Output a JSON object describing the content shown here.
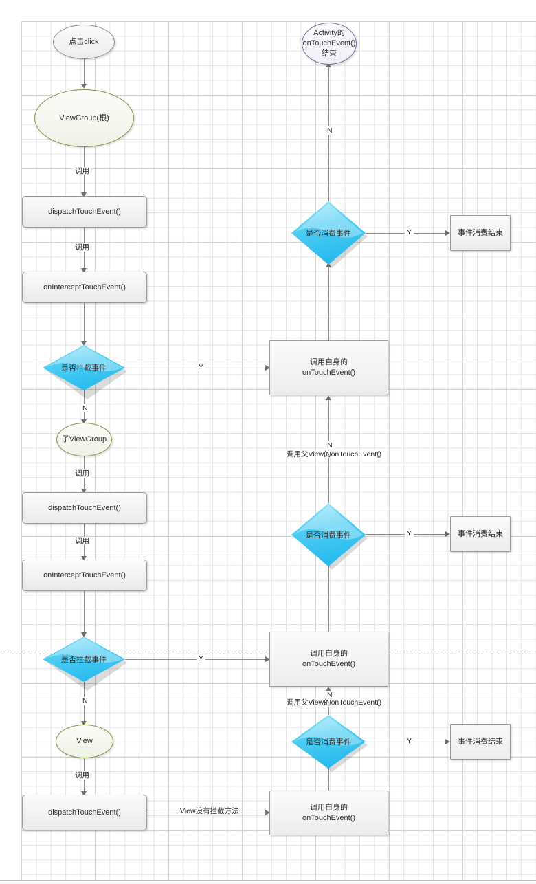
{
  "diagram": {
    "title": "Android Touch Event Dispatch Flowchart",
    "colors": {
      "decision_fill": "#3ec6f0",
      "decision_highlight": "#b8ecfb",
      "terminator_green_border": "#7e9142",
      "terminator_purple_border": "#7a6a9e",
      "terminator_gray_border": "#8d8d8d",
      "process_border": "#9a9a9a",
      "connector": "#8a8a8a",
      "grid_minor": "#e2e2e2",
      "grid_major": "#d2d2d2"
    },
    "nodes": {
      "start_click": "点击click",
      "viewgroup_root": "ViewGroup(根)",
      "dispatch_1": "dispatchTouchEvent()",
      "onintercept_1": "onInterceptTouchEvent()",
      "decision_intercept_1": "是否拦截事件",
      "child_viewgroup": "子ViewGroup",
      "dispatch_2": "dispatchTouchEvent()",
      "onintercept_2": "onInterceptTouchEvent()",
      "decision_intercept_2": "是否拦截事件",
      "view_node": "View",
      "dispatch_3": "dispatchTouchEvent()",
      "self_ontouch_1": "调用自身的\nonTouchEvent()",
      "self_ontouch_2": "调用自身的\nonTouchEvent()",
      "self_ontouch_3": "调用自身的\nonTouchEvent()",
      "decision_consume_1": "是否消费事件",
      "decision_consume_2": "是否消费事件",
      "decision_consume_3": "是否消费事件",
      "consume_end_1": "事件消费结束",
      "consume_end_2": "事件消费结束",
      "consume_end_3": "事件消费结束",
      "activity_end": "Activity的\nonTouchEvent()\n结束"
    },
    "edge_labels": {
      "call_1": "调用",
      "call_2": "调用",
      "call_3": "调用",
      "call_4": "调用",
      "call_5": "调用",
      "yes_intercept_1": "Y",
      "no_intercept_1": "N",
      "yes_intercept_2": "Y",
      "no_intercept_2": "N",
      "yes_consume_1": "Y",
      "yes_consume_2": "Y",
      "yes_consume_3": "Y",
      "no_consume_1": "N",
      "no_consume_2": "N",
      "no_consume_3": "N",
      "parent_ontouch_1": "调用父View的onTouchEvent()",
      "parent_ontouch_2": "调用父View的onTouchEvent()",
      "view_no_intercept": "View没有拦截方法"
    }
  }
}
